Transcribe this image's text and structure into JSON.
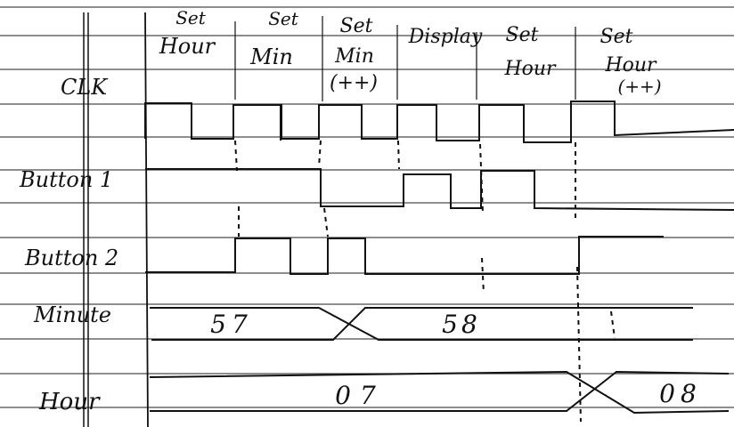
{
  "colors": {
    "paper": "#ffffff",
    "ruled_line": "#4a4a4a",
    "ink": "#111111"
  },
  "phases": [
    {
      "line1": "Set",
      "line2": "Hour",
      "line3": ""
    },
    {
      "line1": "Set",
      "line2": "Min",
      "line3": ""
    },
    {
      "line1": "Set",
      "line2": "Min",
      "line3": "(++)"
    },
    {
      "line1": "Display",
      "line2": "",
      "line3": ""
    },
    {
      "line1": "Set",
      "line2": "Hour",
      "line3": ""
    },
    {
      "line1": "Set",
      "line2": "Hour",
      "line3": "(++)"
    }
  ],
  "signals": {
    "clk": {
      "label": "CLK"
    },
    "button1": {
      "label": "Button 1"
    },
    "button2": {
      "label": "Button 2"
    },
    "minute": {
      "label": "Minute",
      "value_before": "57",
      "value_after": "58"
    },
    "hour": {
      "label": "Hour",
      "value_before": "07",
      "value_after": "08"
    }
  }
}
